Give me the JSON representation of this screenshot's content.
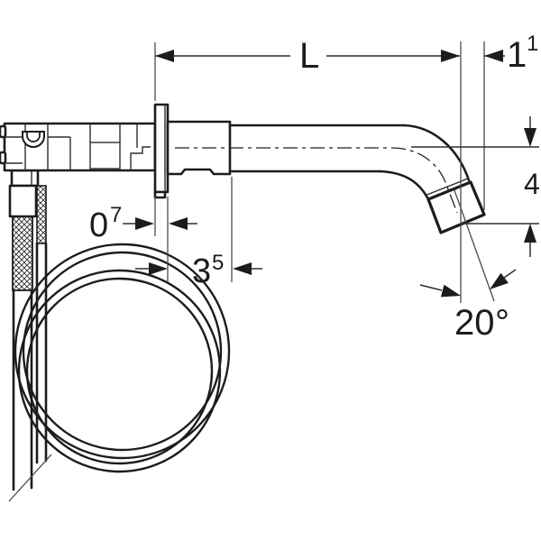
{
  "dimensions": {
    "spout_length": {
      "label": "L"
    },
    "outlet_offset": {
      "main": "1",
      "sup": "1"
    },
    "drop_height": {
      "label": "4"
    },
    "flange_thickness": {
      "main": "0",
      "sup": "7"
    },
    "sleeve_depth": {
      "main": "3",
      "sup": "5"
    },
    "spout_angle": {
      "value": "20",
      "unit": "°"
    }
  },
  "colors": {
    "ink": "#1c1c1c",
    "line": "#4a4a4a",
    "background": "#ffffff"
  }
}
